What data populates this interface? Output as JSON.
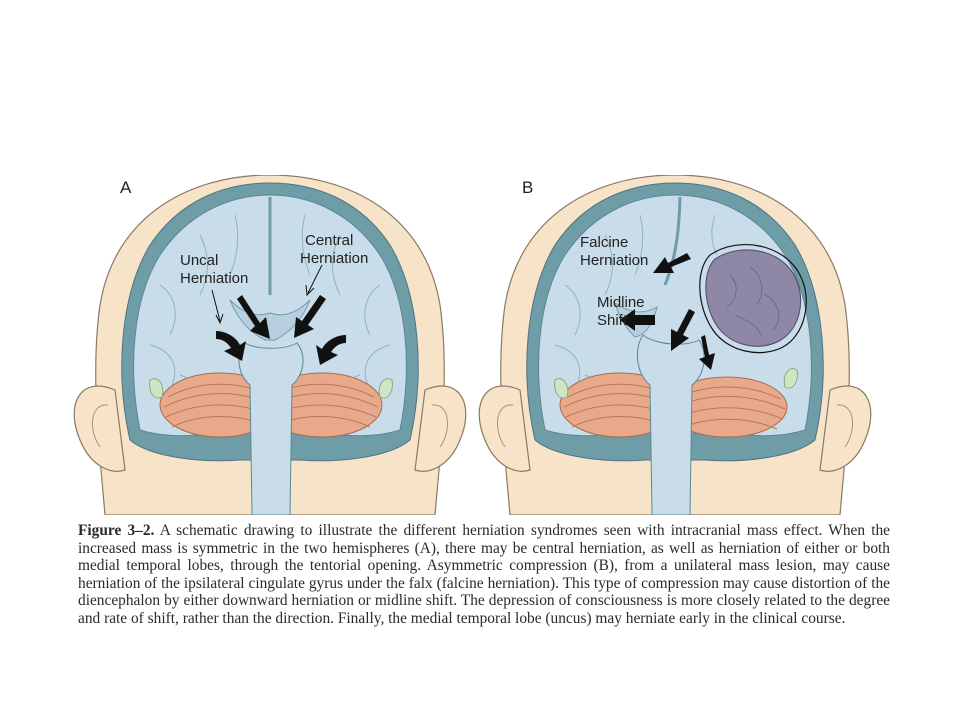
{
  "panels": {
    "a": {
      "letter": "A",
      "labels": {
        "uncal_line1": "Uncal",
        "uncal_line2": "Herniation",
        "central_line1": "Central",
        "central_line2": "Herniation"
      }
    },
    "b": {
      "letter": "B",
      "labels": {
        "falcine_line1": "Falcine",
        "falcine_line2": "Herniation",
        "midline_line1": "Midline",
        "midline_line2": "Shift"
      }
    }
  },
  "caption": {
    "label": "Figure 3–2.",
    "text": "A schematic drawing to illustrate the different herniation syndromes seen with intracranial mass effect. When the increased mass is symmetric in the two hemispheres (A), there may be central herniation, as well as herniation of either or both medial temporal lobes, through the tentorial opening. Asymmetric compression (B), from a unilateral mass lesion, may cause herniation of the ipsilateral cingulate gyrus under the falx (falcine herniation). This type of compression may cause distortion of the diencephalon by either downward herniation or midline shift. The depression of consciousness is more closely related to the degree and rate of shift, rather than the direction. Finally, the medial temporal lobe (uncus) may herniate early in the clinical course."
  },
  "colors": {
    "skin": "#f7e3c8",
    "skin_stroke": "#8a7a66",
    "skull": "#6e9ca7",
    "brain": "#c9dcea",
    "cerebellum": "#e8a98a",
    "csf_green": "#cfe6c4",
    "mass": "#8f87a6",
    "arrow": "#111111"
  }
}
